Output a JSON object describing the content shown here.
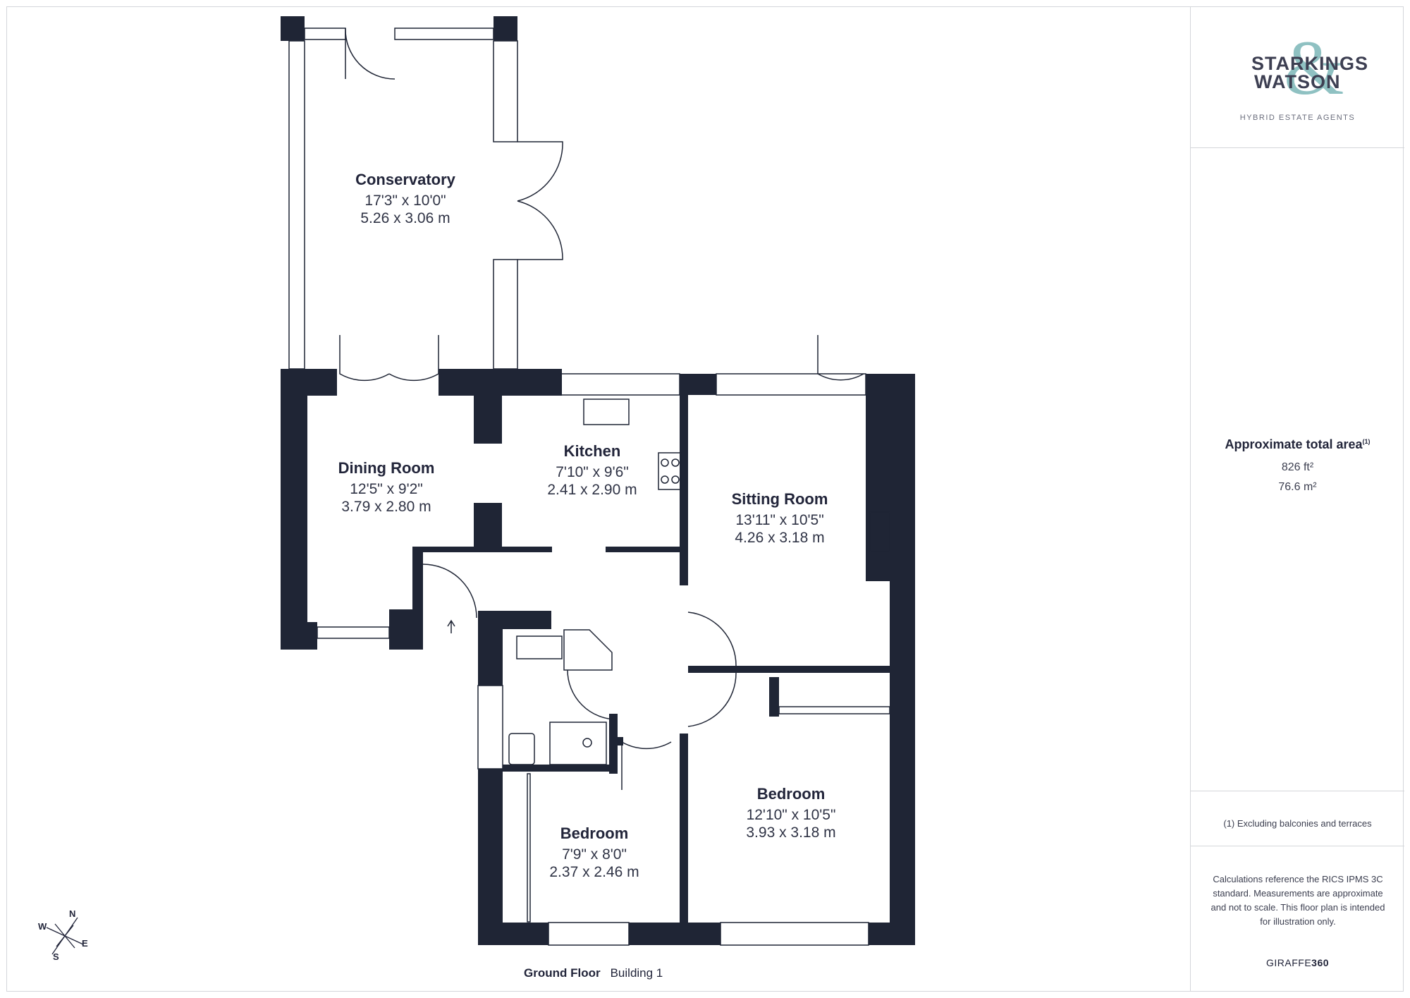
{
  "rooms": [
    {
      "name": "Conservatory",
      "imperial": "17'3\" x 10'0\"",
      "metric": "5.26 x 3.06 m"
    },
    {
      "name": "Kitchen",
      "imperial": "7'10\" x 9'6\"",
      "metric": "2.41 x 2.90 m"
    },
    {
      "name": "Dining Room",
      "imperial": "12'5\" x 9'2\"",
      "metric": "3.79 x 2.80 m"
    },
    {
      "name": "Sitting Room",
      "imperial": "13'11\" x 10'5\"",
      "metric": "4.26 x 3.18 m"
    },
    {
      "name": "Bedroom",
      "imperial": "12'10\" x 10'5\"",
      "metric": "3.93 x 3.18 m"
    },
    {
      "name": "Bedroom",
      "imperial": "7'9\" x 8'0\"",
      "metric": "2.37 x 2.46 m"
    }
  ],
  "floor": {
    "name": "Ground Floor",
    "building": "Building 1"
  },
  "compass": {
    "n": "N",
    "e": "E",
    "s": "S",
    "w": "W"
  },
  "logo": {
    "line1": "STARKINGS",
    "line2": "WATSON",
    "amp": "&",
    "tagline": "HYBRID ESTATE AGENTS"
  },
  "area": {
    "title": "Approximate total area",
    "title_sup": "(1)",
    "sqft": "826 ft²",
    "sqm": "76.6 m²"
  },
  "footnote": "(1) Excluding balconies and terraces",
  "disclaimer": "Calculations reference the RICS IPMS 3C standard. Measurements are approximate and not to scale. This floor plan is intended for illustration only.",
  "brand": {
    "prefix": "GIRAFFE",
    "suffix": "360"
  },
  "colors": {
    "wall": "#1f2535",
    "accent": "#8fc1c2",
    "border": "#d4d6da"
  }
}
